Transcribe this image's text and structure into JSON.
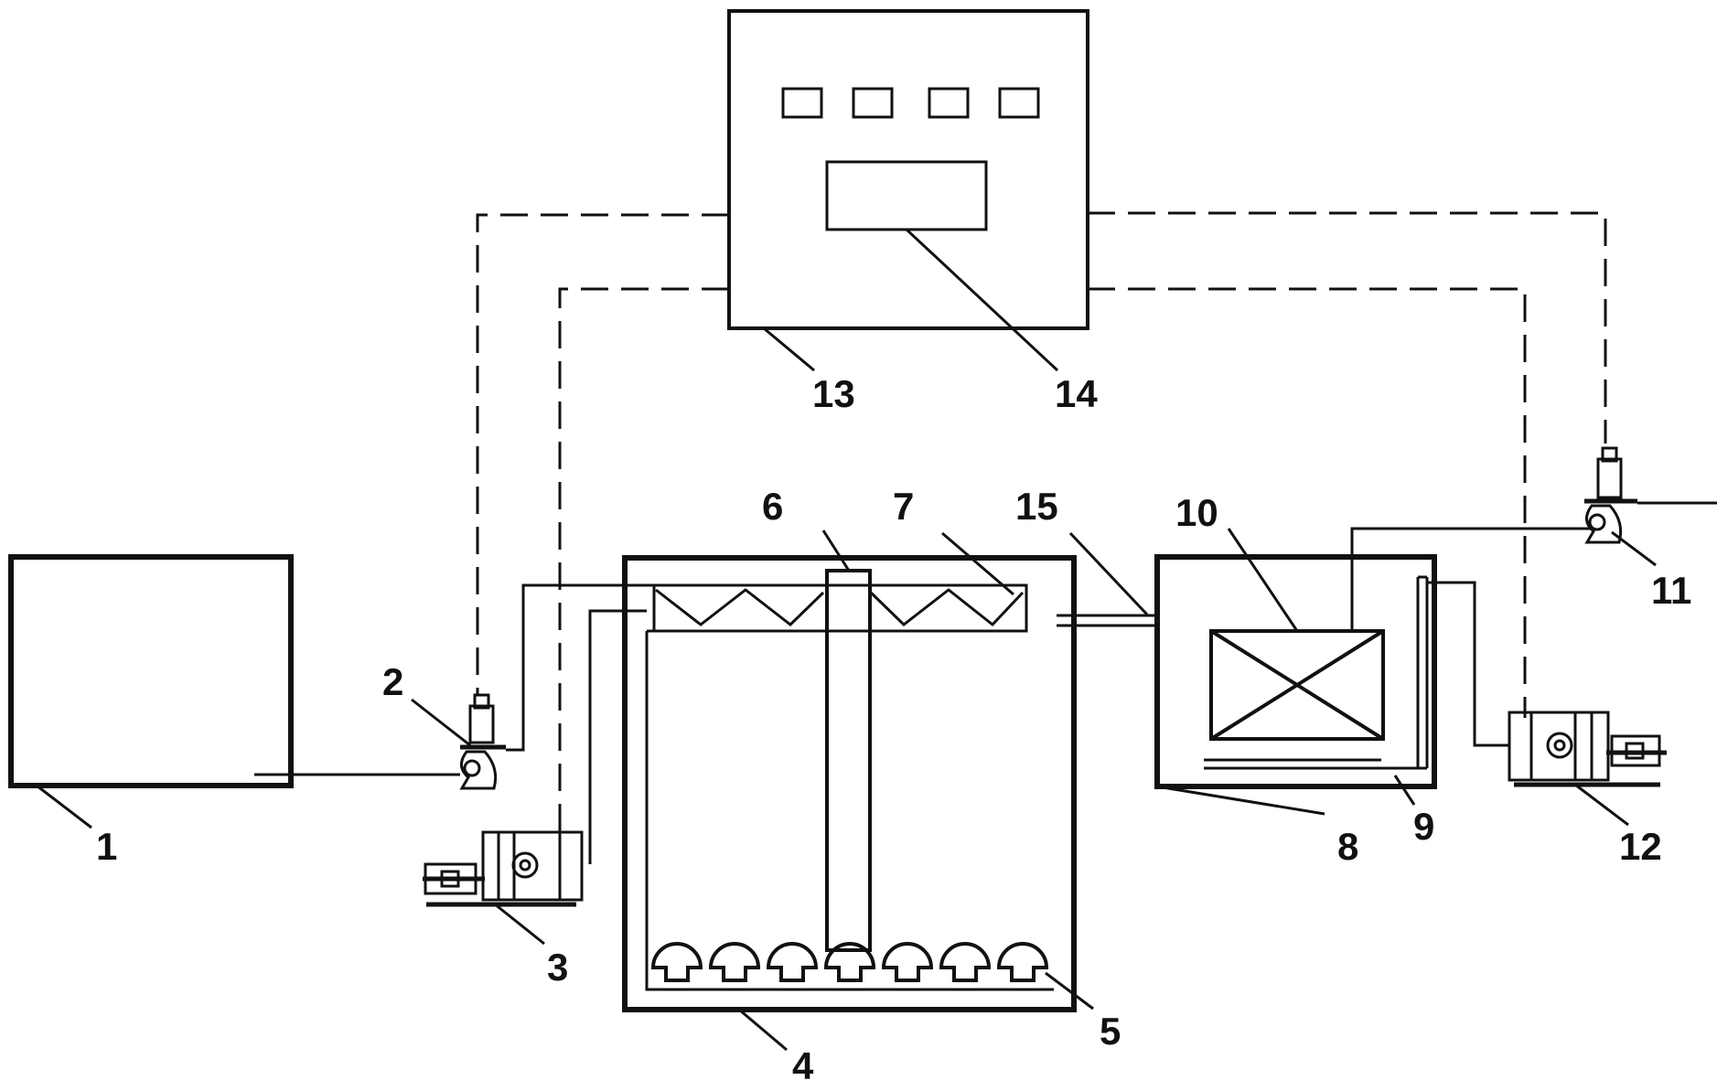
{
  "colors": {
    "ink": "#111111",
    "background": "#ffffff"
  },
  "labels": {
    "tank_1": "1",
    "pump_2": "2",
    "blower_3": "3",
    "tank_4": "4",
    "diffuser_5": "5",
    "pipe_6": "6",
    "weir_7": "7",
    "tank_8": "8",
    "pipe_9": "9",
    "module_10": "10",
    "pump_11": "11",
    "blower_12": "12",
    "controller_13": "13",
    "display_14": "14",
    "pipe_15": "15"
  }
}
